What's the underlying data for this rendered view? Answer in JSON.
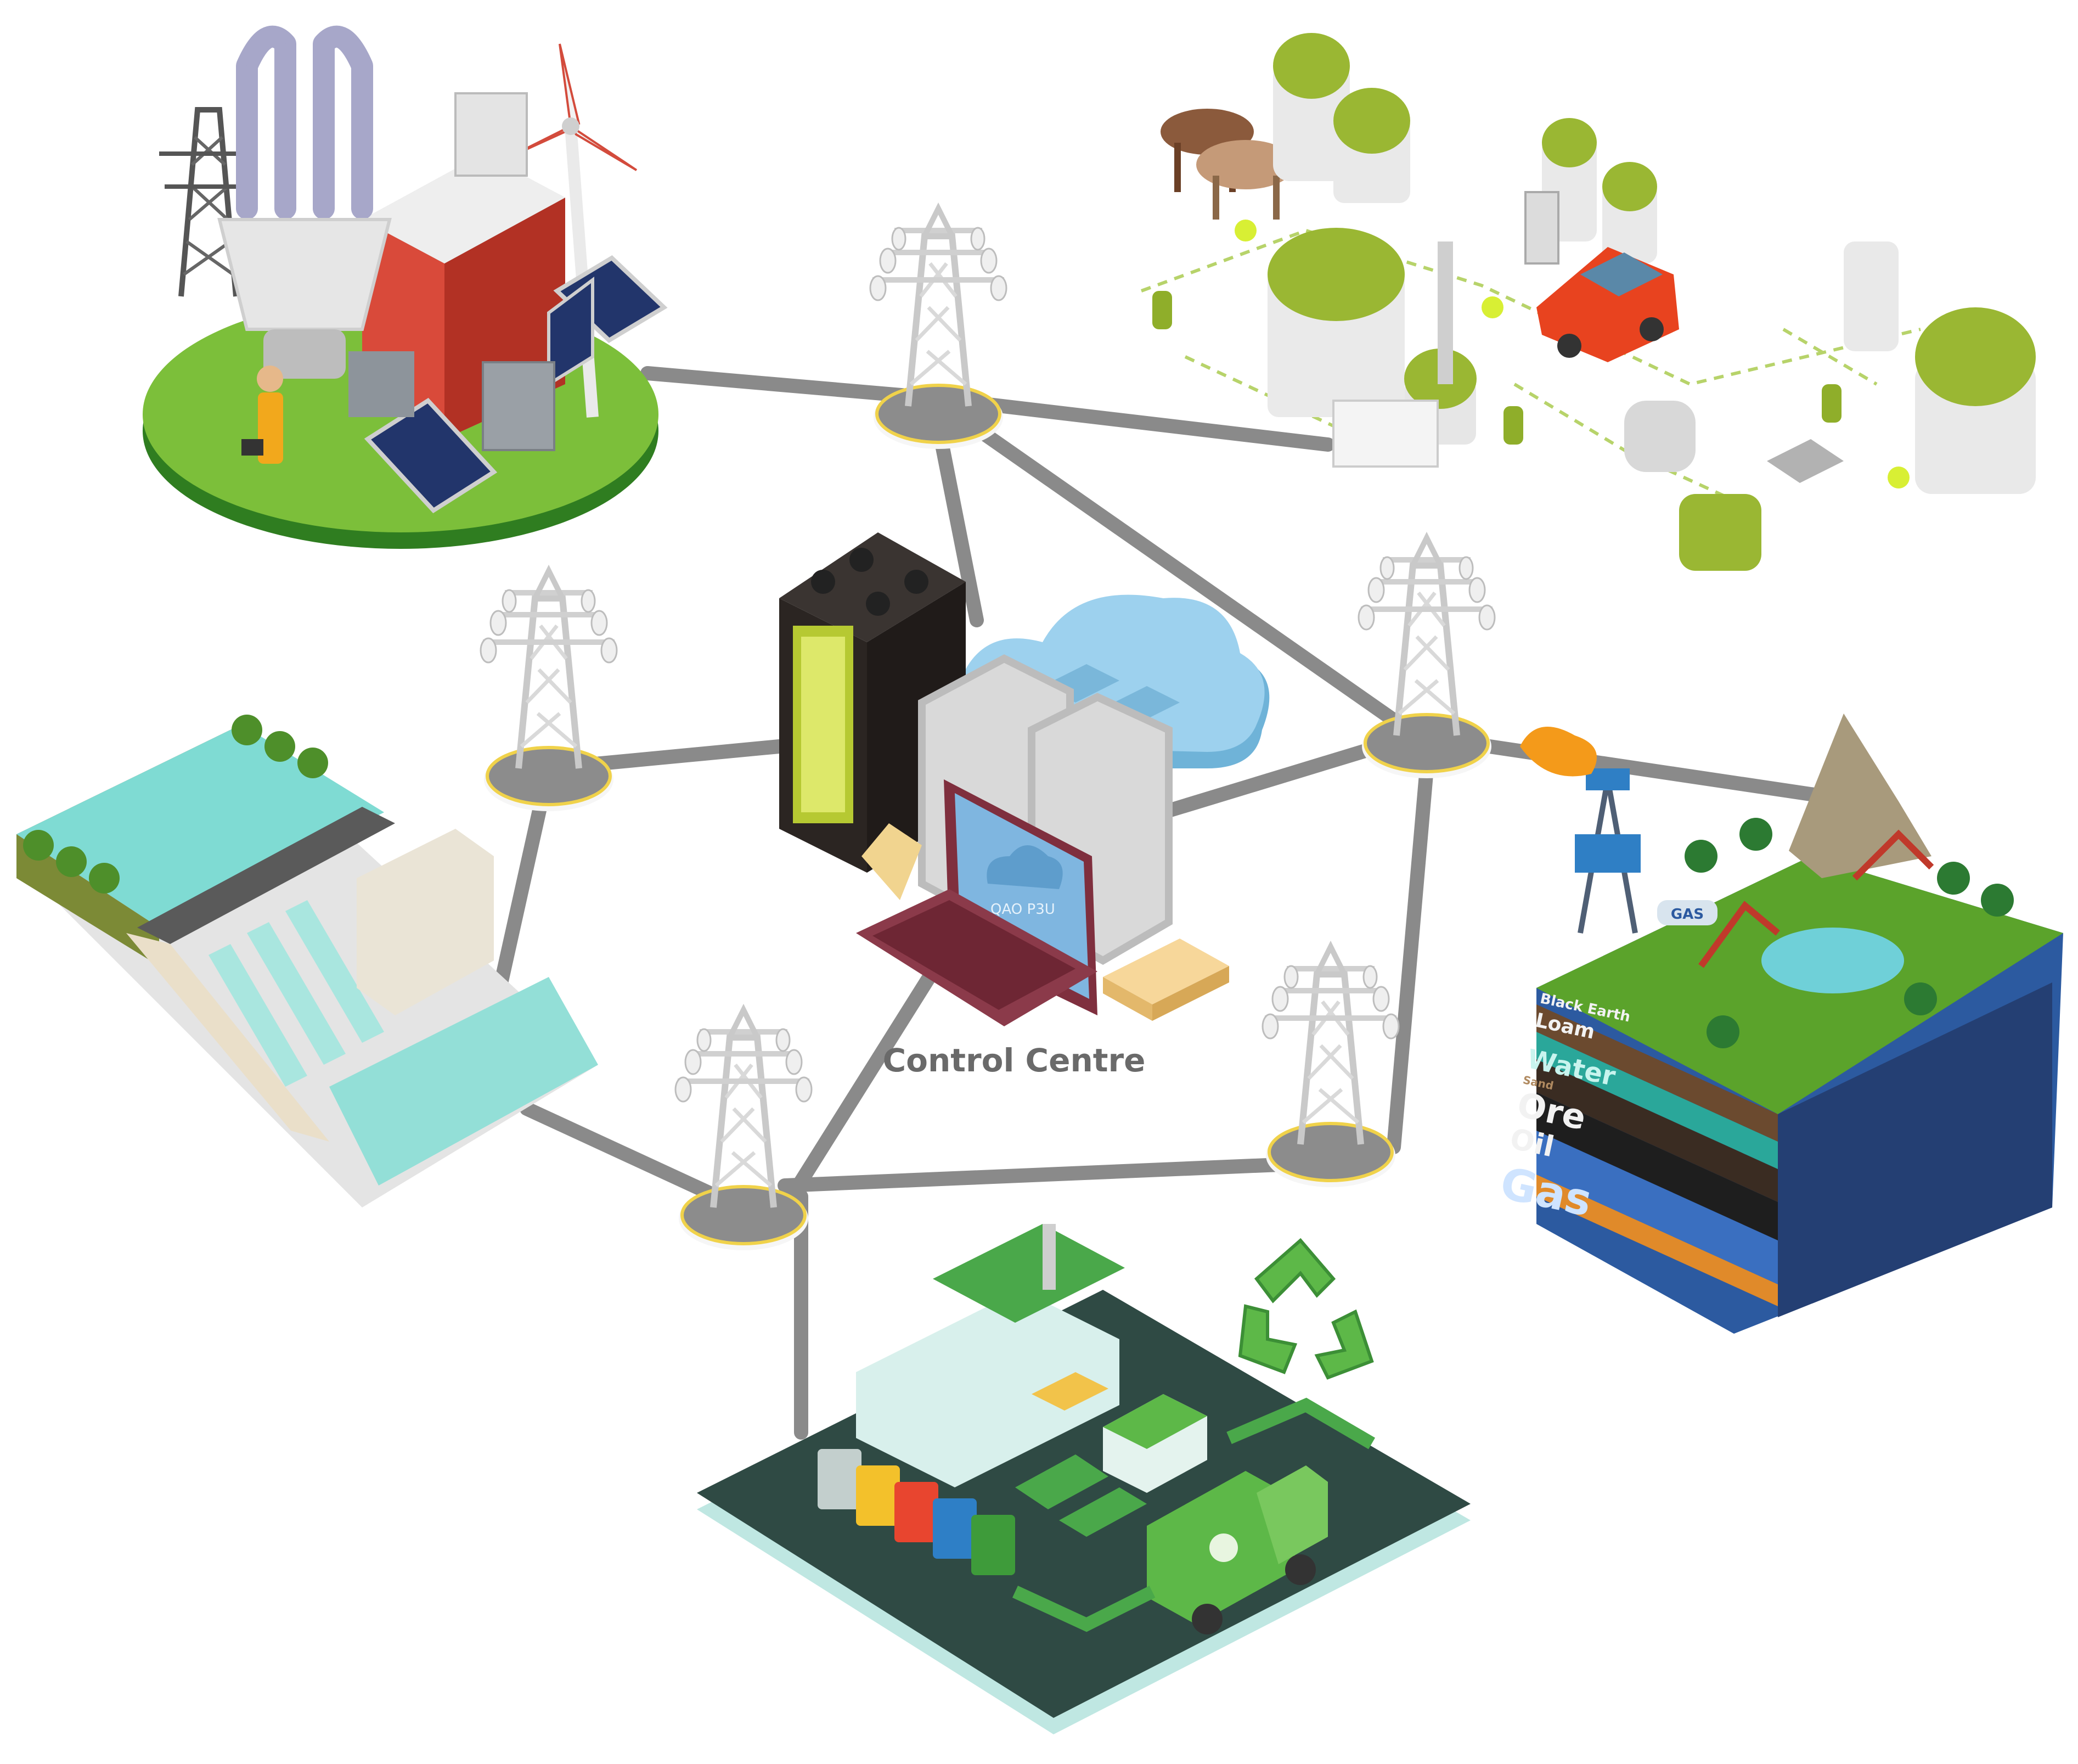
{
  "control_centre": {
    "label": "Control Centre",
    "laptop_screen_text": "QAO P3U"
  },
  "oil_gas_site": {
    "tanker_label": "GAS",
    "strata": [
      "Black Earth",
      "Loam",
      "Water",
      "Sand",
      "Ore",
      "Oil",
      "Gas"
    ]
  },
  "icons": [
    "power-plant-icon",
    "transmission-tower-icon",
    "server-rack-icon",
    "cloud-icon",
    "laptop-icon",
    "router-icon",
    "biogas-plant-icon",
    "hydro-dam-icon",
    "oil-gas-field-icon",
    "recycling-plant-icon",
    "recycle-symbol-icon",
    "wind-turbine-icon",
    "solar-panel-icon",
    "light-bulb-icon",
    "worker-icon",
    "cow-icon",
    "electric-car-icon",
    "garbage-truck-icon",
    "waste-bins-icon"
  ],
  "colors": {
    "link": "#8a8a8a",
    "grass": "#7cbf3a",
    "grass_dark": "#4e8f2a",
    "water": "#8fd9d4",
    "cloud": "#7fc3e6",
    "biogas_green": "#9ab733",
    "recycle_green": "#5db848",
    "recycle_floor": "#2f4a44",
    "car_red": "#e8431f",
    "label_gray": "#6a6a6a",
    "tower_base": "#8c8c8c",
    "tower_ring": "#f0d24a"
  }
}
